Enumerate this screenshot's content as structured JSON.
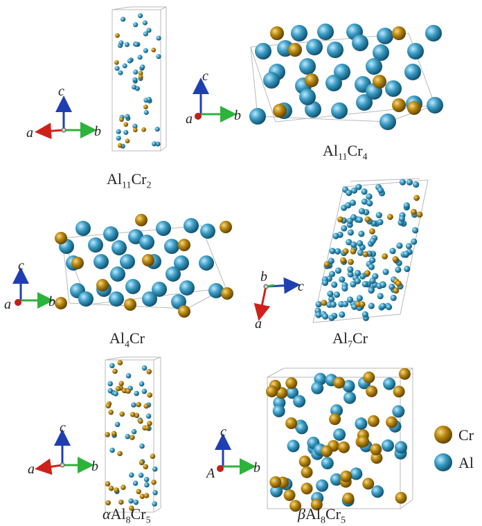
{
  "panels": [
    {
      "id": "al11cr2",
      "formula": {
        "pre": "",
        "parts": [
          [
            "Al",
            "11"
          ],
          [
            "Cr",
            "2"
          ]
        ]
      }
    },
    {
      "id": "al11cr4",
      "formula": {
        "pre": "",
        "parts": [
          [
            "Al",
            "11"
          ],
          [
            "Cr",
            "4"
          ]
        ]
      }
    },
    {
      "id": "al4cr",
      "formula": {
        "pre": "",
        "parts": [
          [
            "Al",
            "4"
          ],
          [
            "Cr",
            ""
          ]
        ]
      }
    },
    {
      "id": "al7cr",
      "formula": {
        "pre": "",
        "parts": [
          [
            "Al",
            "7"
          ],
          [
            "Cr",
            ""
          ]
        ]
      }
    },
    {
      "id": "alpha",
      "formula": {
        "pre": "α",
        "parts": [
          [
            "Al",
            "8"
          ],
          [
            "Cr",
            "5"
          ]
        ]
      }
    },
    {
      "id": "beta",
      "formula": {
        "pre": "β",
        "parts": [
          [
            "Al",
            "8"
          ],
          [
            "Cr",
            "5"
          ]
        ]
      }
    }
  ],
  "axes": {
    "a": "a",
    "b": "b",
    "c": "c",
    "A": "A"
  },
  "legend": {
    "cr": {
      "label": "Cr",
      "color": "#b8860b"
    },
    "al": {
      "label": "Al",
      "color": "#3a9cc4"
    }
  },
  "colors": {
    "cr": "#b8860b",
    "al": "#3a9cc4",
    "axis_c": "#1f3fb0",
    "axis_b": "#2bb33a",
    "axis_a": "#d0201a"
  }
}
